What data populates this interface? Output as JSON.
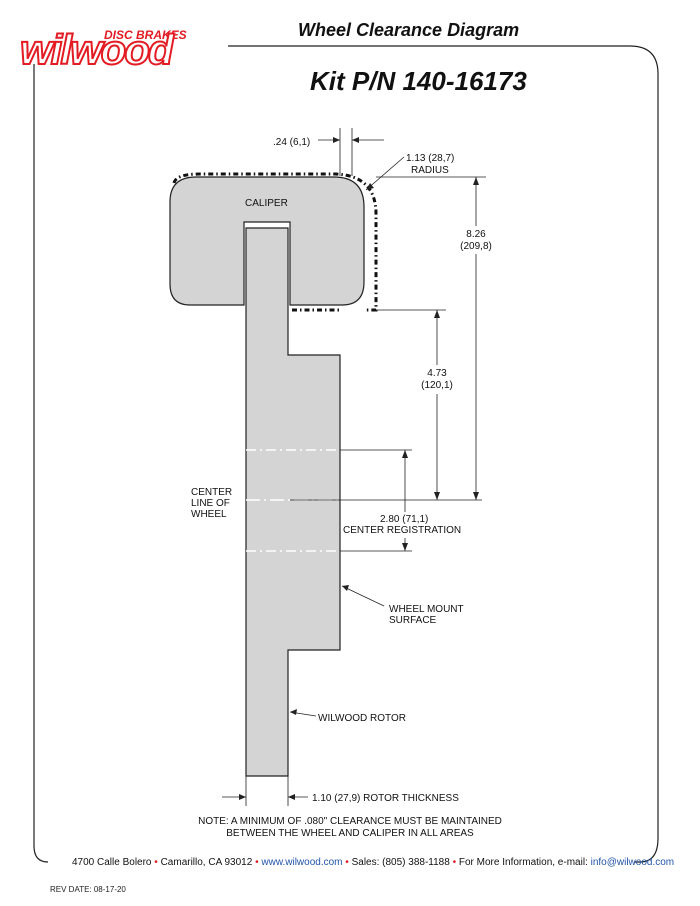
{
  "logo": {
    "tagline": "DISC BRAKES",
    "wordmark": "wilwood",
    "color": "#e31b23"
  },
  "header": {
    "title": "Wheel Clearance Diagram"
  },
  "kit": {
    "title": "Kit P/N 140-16173"
  },
  "diagram": {
    "caliper_label": "CALIPER",
    "offset_dim": ".24 (6,1)",
    "radius_dim": [
      "1.13 (28,7)",
      "RADIUS"
    ],
    "height_dim": [
      "8.26",
      "(209,8)"
    ],
    "mount_dim": [
      "4.73",
      "(120,1)"
    ],
    "center_line_label": [
      "CENTER",
      "LINE OF",
      "WHEEL"
    ],
    "center_reg_dim": [
      "2.80 (71,1)",
      "CENTER REGISTRATION"
    ],
    "wheel_mount_label": [
      "WHEEL MOUNT",
      "SURFACE"
    ],
    "rotor_label": "WILWOOD ROTOR",
    "rotor_thickness_dim": "1.10 (27,9) ROTOR THICKNESS",
    "note": [
      "NOTE: A MINIMUM OF .080\" CLEARANCE MUST BE MAINTAINED",
      "BETWEEN THE WHEEL AND CALIPER IN ALL AREAS"
    ]
  },
  "footer": {
    "address": "4700 Calle Bolero",
    "city": "Camarillo, CA 93012",
    "website": "www.wilwood.com",
    "sales": "Sales: (805) 388-1188",
    "info_prefix": "For More Information, e-mail:",
    "email": "info@wilwood.com",
    "bullet": "•"
  },
  "rev_date": "REV DATE:  08-17-20"
}
